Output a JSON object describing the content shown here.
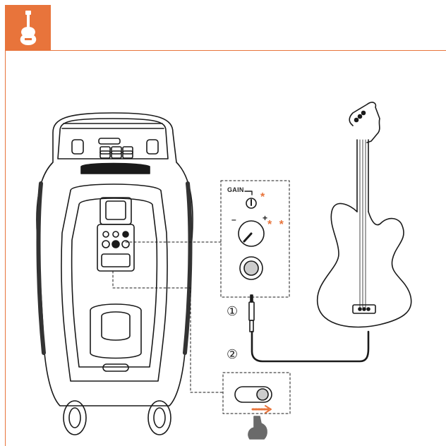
{
  "header": {
    "icon": "electric-guitar-icon",
    "accent_color": "#e8743b"
  },
  "panel": {
    "gain_label": "GAIN",
    "gain_note_marker": "*",
    "level_note_marker": "* *",
    "minus_sign": "–",
    "plus_sign": "+"
  },
  "steps": [
    {
      "label": "①"
    },
    {
      "label": "②"
    }
  ],
  "icons": {
    "guitar": "electric-guitar-icon",
    "input_jack": "input-jack-icon",
    "jack_plug": "jack-plug-icon",
    "guitar_mode_button": "guitar-mode-button-icon",
    "press_hand": "pointing-hand-icon"
  }
}
